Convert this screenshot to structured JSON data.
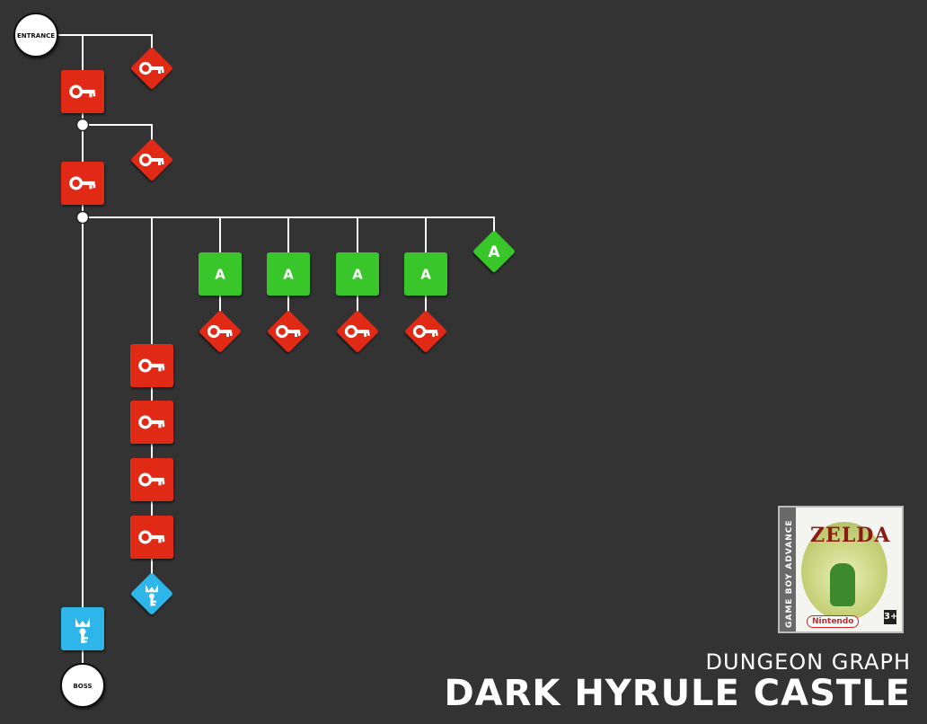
{
  "labels": {
    "subtitle": "DUNGEON GRAPH",
    "title": "DARK HYRULE CASTLE",
    "entrance": "ENTRANCE",
    "boss": "BOSS"
  },
  "game_box": {
    "spine_text": "GAME BOY ADVANCE",
    "logo_text": "ZELDA",
    "publisher": "Nintendo",
    "rating": "3+"
  },
  "colors": {
    "background": "#333333",
    "edge": "#ffffff",
    "small_key": "#e12c19",
    "boss_key": "#2fb6ea",
    "item_a": "#39c629",
    "terminal": "#ffffff"
  },
  "legend_icons": {
    "small_key_lock": "key-lock-icon",
    "small_key_item": "key-icon",
    "boss_key_lock": "boss-key-lock-icon",
    "boss_key_item": "boss-key-icon",
    "item_a": "a-letter-icon"
  },
  "nodes": [
    {
      "id": "entrance",
      "kind": "terminal",
      "label_key": "entrance"
    },
    {
      "id": "key-1",
      "kind": "small-key"
    },
    {
      "id": "lock-1",
      "kind": "small-key-lock"
    },
    {
      "id": "junction-1",
      "kind": "junction"
    },
    {
      "id": "key-2",
      "kind": "small-key"
    },
    {
      "id": "lock-2",
      "kind": "small-key-lock"
    },
    {
      "id": "junction-2",
      "kind": "junction"
    },
    {
      "id": "gate-a-1",
      "kind": "item-lock",
      "text": "A"
    },
    {
      "id": "gate-a-2",
      "kind": "item-lock",
      "text": "A"
    },
    {
      "id": "gate-a-3",
      "kind": "item-lock",
      "text": "A"
    },
    {
      "id": "gate-a-4",
      "kind": "item-lock",
      "text": "A"
    },
    {
      "id": "item-a",
      "kind": "item",
      "text": "A"
    },
    {
      "id": "key-3",
      "kind": "small-key"
    },
    {
      "id": "key-4",
      "kind": "small-key"
    },
    {
      "id": "key-5",
      "kind": "small-key"
    },
    {
      "id": "key-6",
      "kind": "small-key"
    },
    {
      "id": "lock-3",
      "kind": "small-key-lock"
    },
    {
      "id": "lock-4",
      "kind": "small-key-lock"
    },
    {
      "id": "lock-5",
      "kind": "small-key-lock"
    },
    {
      "id": "lock-6",
      "kind": "small-key-lock"
    },
    {
      "id": "boss-key",
      "kind": "boss-key"
    },
    {
      "id": "boss-lock",
      "kind": "boss-key-lock"
    },
    {
      "id": "boss",
      "kind": "terminal",
      "label_key": "boss"
    }
  ],
  "edges": [
    [
      "entrance",
      "key-1"
    ],
    [
      "entrance",
      "lock-1"
    ],
    [
      "lock-1",
      "junction-1"
    ],
    [
      "junction-1",
      "key-2"
    ],
    [
      "junction-1",
      "lock-2"
    ],
    [
      "lock-2",
      "junction-2"
    ],
    [
      "junction-2",
      "gate-a-1"
    ],
    [
      "junction-2",
      "gate-a-2"
    ],
    [
      "junction-2",
      "gate-a-3"
    ],
    [
      "junction-2",
      "gate-a-4"
    ],
    [
      "junction-2",
      "item-a"
    ],
    [
      "gate-a-1",
      "key-3"
    ],
    [
      "gate-a-2",
      "key-4"
    ],
    [
      "gate-a-3",
      "key-5"
    ],
    [
      "gate-a-4",
      "key-6"
    ],
    [
      "junction-2",
      "lock-3"
    ],
    [
      "lock-3",
      "lock-4"
    ],
    [
      "lock-4",
      "lock-5"
    ],
    [
      "lock-5",
      "lock-6"
    ],
    [
      "lock-6",
      "boss-key"
    ],
    [
      "junction-2",
      "boss-lock"
    ],
    [
      "boss-lock",
      "boss"
    ]
  ]
}
